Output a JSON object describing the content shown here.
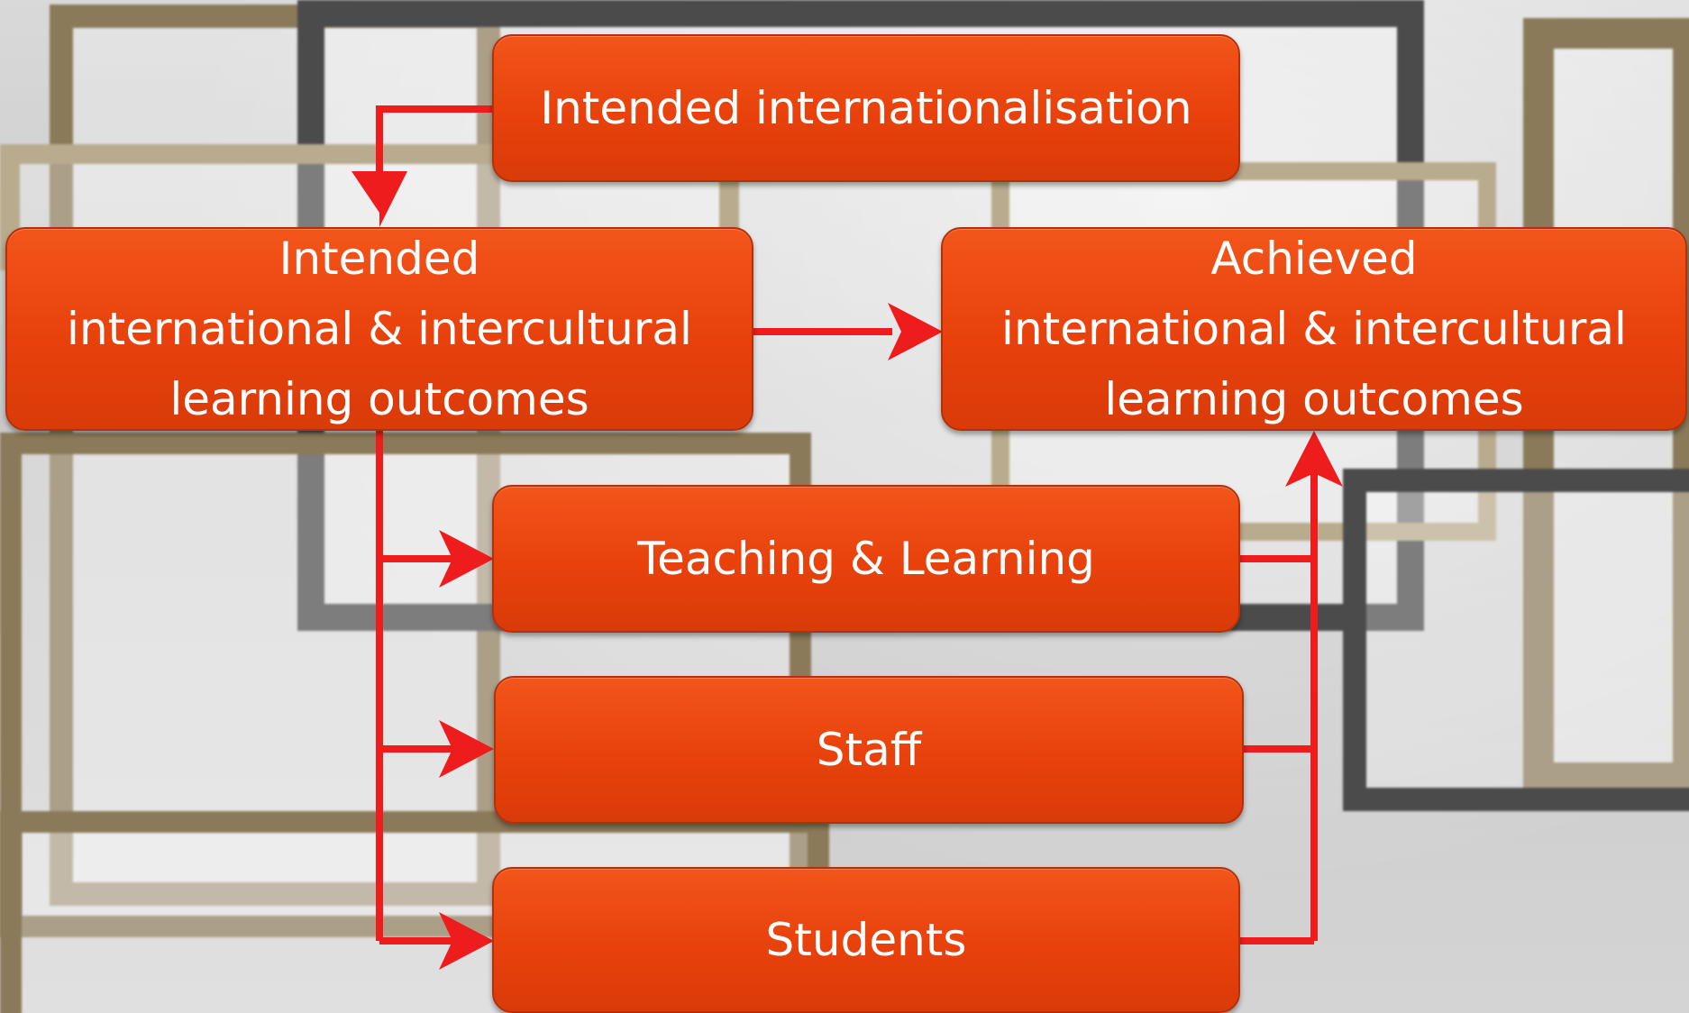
{
  "diagram": {
    "nodes": {
      "intended_internationalisation": {
        "lines": [
          "Intended internationalisation"
        ]
      },
      "intended_outcomes": {
        "lines": [
          "Intended",
          "international & intercultural",
          "learning outcomes"
        ]
      },
      "achieved_outcomes": {
        "lines": [
          "Achieved",
          "international & intercultural",
          "learning outcomes"
        ]
      },
      "teaching_learning": {
        "lines": [
          "Teaching & Learning"
        ]
      },
      "staff": {
        "lines": [
          "Staff"
        ]
      },
      "students": {
        "lines": [
          "Students"
        ]
      }
    },
    "colors": {
      "box_fill": "#e8410c",
      "box_border": "#b4300a",
      "connector": "#ee1c1c",
      "text": "#ffffff"
    }
  }
}
